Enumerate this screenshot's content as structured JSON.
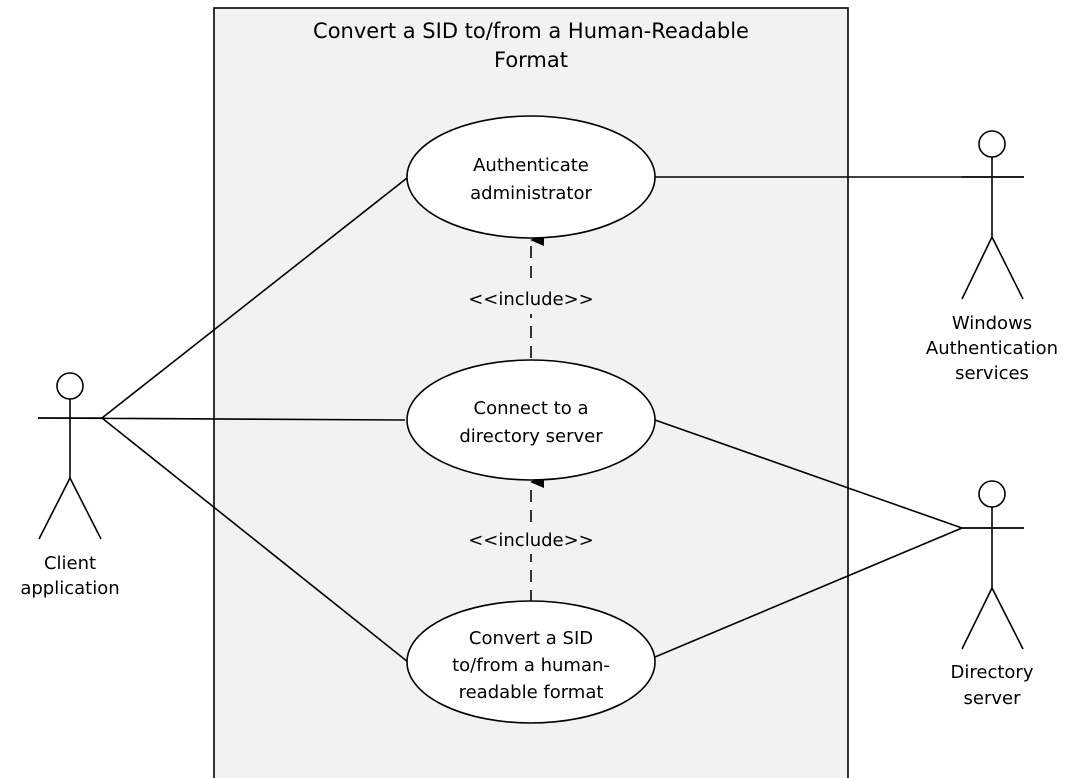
{
  "diagram": {
    "type": "use-case",
    "colors": {
      "boundary_fill": "#f2f2f2",
      "use_case_fill": "#ffffff",
      "line": "#000000",
      "text": "#000000"
    },
    "system": {
      "title_lines": [
        "Convert a SID to/from a Human-Readable",
        "Format"
      ]
    },
    "use_cases": {
      "authenticate": {
        "lines": [
          "Authenticate",
          "administrator"
        ]
      },
      "connect": {
        "lines": [
          "Connect to a",
          "directory server"
        ]
      },
      "convert": {
        "lines": [
          "Convert a SID",
          "to/from a human-",
          "readable format"
        ]
      }
    },
    "relationships": {
      "include_top": "<<include>>",
      "include_bottom": "<<include>>"
    },
    "actors": {
      "client": {
        "lines": [
          "Client",
          "application"
        ]
      },
      "windows_auth": {
        "lines": [
          "Windows",
          "Authentication",
          "services"
        ]
      },
      "directory": {
        "lines": [
          "Directory",
          "server"
        ]
      }
    }
  }
}
